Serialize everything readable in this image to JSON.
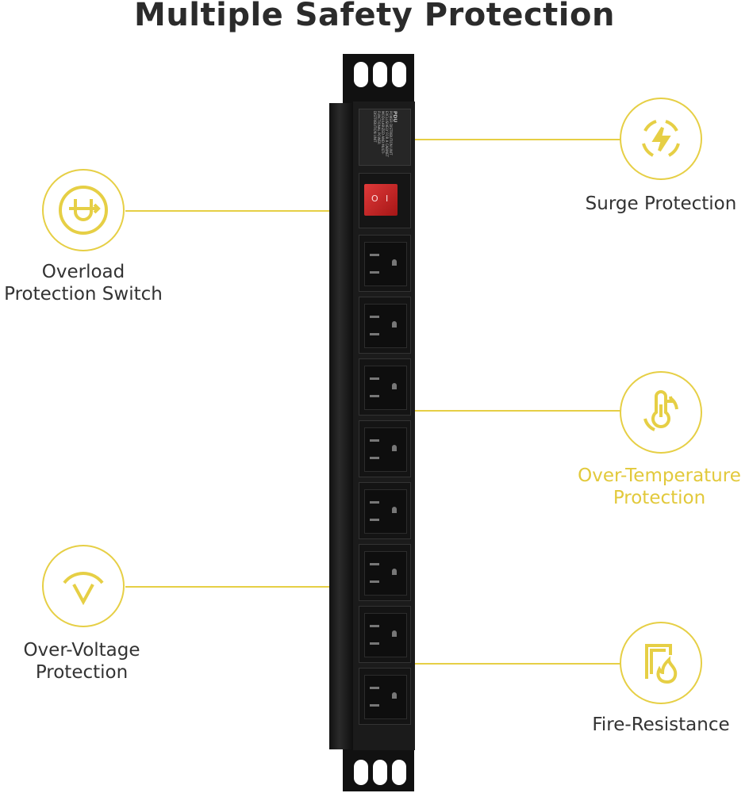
{
  "title": "Multiple Safety Protection",
  "features": [
    {
      "id": "overload",
      "lines": [
        "Overload",
        "Protection Switch"
      ],
      "icon": "overload-switch-icon"
    },
    {
      "id": "surge",
      "lines": [
        "Surge Protection"
      ],
      "icon": "lightning-icon"
    },
    {
      "id": "temperature",
      "lines": [
        "Over-Temperature",
        "Protection"
      ],
      "icon": "thermometer-icon"
    },
    {
      "id": "voltage",
      "lines": [
        "Over-Voltage",
        "Protection"
      ],
      "icon": "voltage-gauge-icon"
    },
    {
      "id": "fire",
      "lines": [
        "Fire-Resistance"
      ],
      "icon": "fire-icon"
    }
  ],
  "product": {
    "label_title": "PDU",
    "label_lines": [
      "POWER DISTRIBUTION UNIT EXCLUSIVELY FOR A CABINET",
      "MODULARIZED AND MULTI-FUNCTIONAL POWER DISTRIBUTION UNIT"
    ],
    "switch_off": "O",
    "switch_on": "I",
    "outlet_count": 8
  },
  "colors": {
    "accent": "#e6cf45",
    "text": "#333333",
    "switch": "#d02a2a"
  }
}
